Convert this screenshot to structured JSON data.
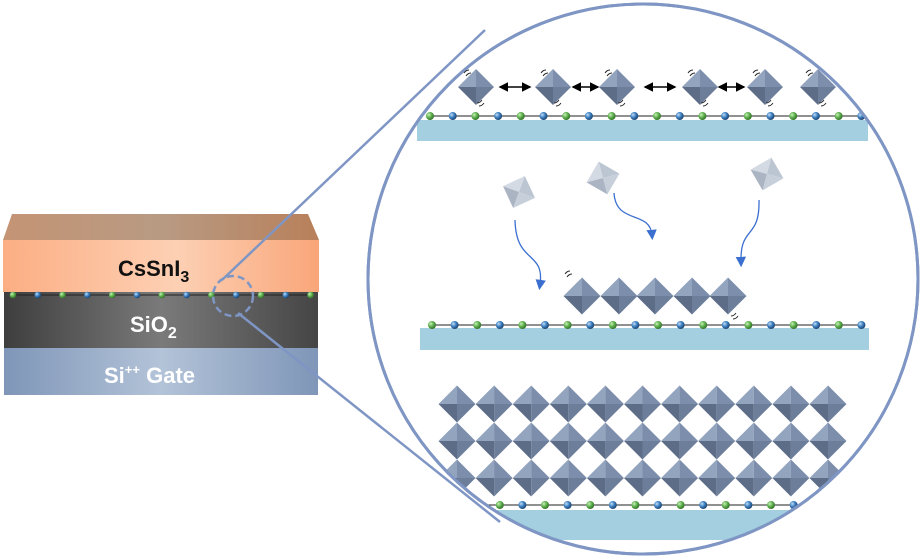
{
  "figure": {
    "title": "CsSnI3 perovskite growth on functionalized SiO2 / Si++ gate",
    "device_stack": {
      "layers": [
        {
          "name": "CsSnI3",
          "label_main": "CsSnI",
          "label_sub": "3",
          "color": "#f9b48a"
        },
        {
          "name": "SiO2",
          "label_main": "SiO",
          "label_sub": "2",
          "color": "#5a5a5a"
        },
        {
          "name": "Si++ Gate",
          "label_main": "Si",
          "label_sup": "++",
          "label_tail": " Gate",
          "color": "#8ea3c2"
        }
      ],
      "interface_atoms": "alternating green/blue molecular layer",
      "zoom_marker": "dashed-circle"
    },
    "magnified_view": {
      "panels": [
        {
          "name": "stage-1-isolated-octahedra",
          "octahedra_count": 6,
          "arrows": 4
        },
        {
          "name": "stage-2-nucleation",
          "falling_octahedra": 3,
          "chain_octahedra": 5
        },
        {
          "name": "stage-3-film",
          "columns": 11,
          "rows": 3
        }
      ]
    },
    "colors": {
      "outline": "#7f96c4",
      "substrate": "#a3cfe0",
      "atom_green": "#5fb04f",
      "atom_blue": "#3d7fc0",
      "octa_light": "#8ea0bc",
      "octa_dark": "#5c6d89",
      "falling_octa": "#c2cad6",
      "arrow_blue": "#3a6fd0"
    }
  }
}
